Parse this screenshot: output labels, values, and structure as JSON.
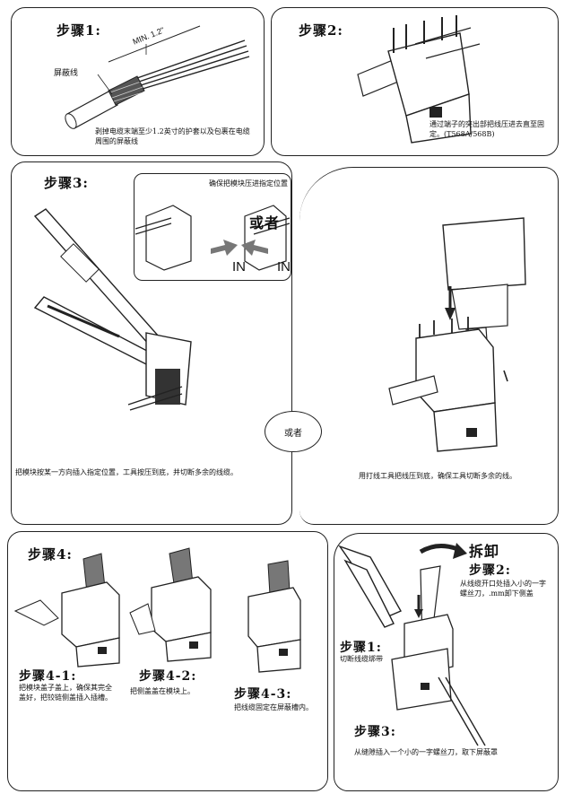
{
  "step1": {
    "title": "步骤1:",
    "min_label": "MIN. 1.2\"",
    "shield_label": "屏蔽线",
    "desc": "剥掉电缆末端至少1.2英寸的护套以及包裹在电缆周围的屏蔽线"
  },
  "step2": {
    "title": "步骤2:",
    "desc": "通过端子的突出部把线压进去直至固定。(T568A/568B)"
  },
  "step3": {
    "title": "步骤3:",
    "inset_note": "确保把模块压进指定位置",
    "or_label": "或者",
    "in_left": "IN",
    "in_right": "IN",
    "desc_left": "把模块按某一方向插入指定位置，工具按压到底，并切断多余的线缆。",
    "or_circle": "或者",
    "desc_right": "用打线工具把线压到底，确保工具切断多余的线。"
  },
  "step4": {
    "title": "步骤4:",
    "sub1_title": "步骤4-1:",
    "sub1_desc": "把模块盖子盖上，确保其完全盖好，把铰链侧盖插入插槽。",
    "sub2_title": "步骤4-2:",
    "sub2_desc": "把侧盖盖在模块上。",
    "sub3_title": "步骤4-3:",
    "sub3_desc": "把线缆固定在屏蔽槽内。"
  },
  "removal": {
    "title": "拆卸",
    "s1_title": "步骤1:",
    "s1_desc": "切断线缆绑带",
    "s2_title": "步骤2:",
    "s2_desc": "从线缆开口处插入小的一字螺丝刀，.mm卸下侧盖",
    "s3_title": "步骤3:",
    "s3_desc": "从缝隙插入一个小的一字螺丝刀，取下屏蔽罩"
  },
  "colors": {
    "line": "#222222",
    "arrow": "#777777"
  }
}
